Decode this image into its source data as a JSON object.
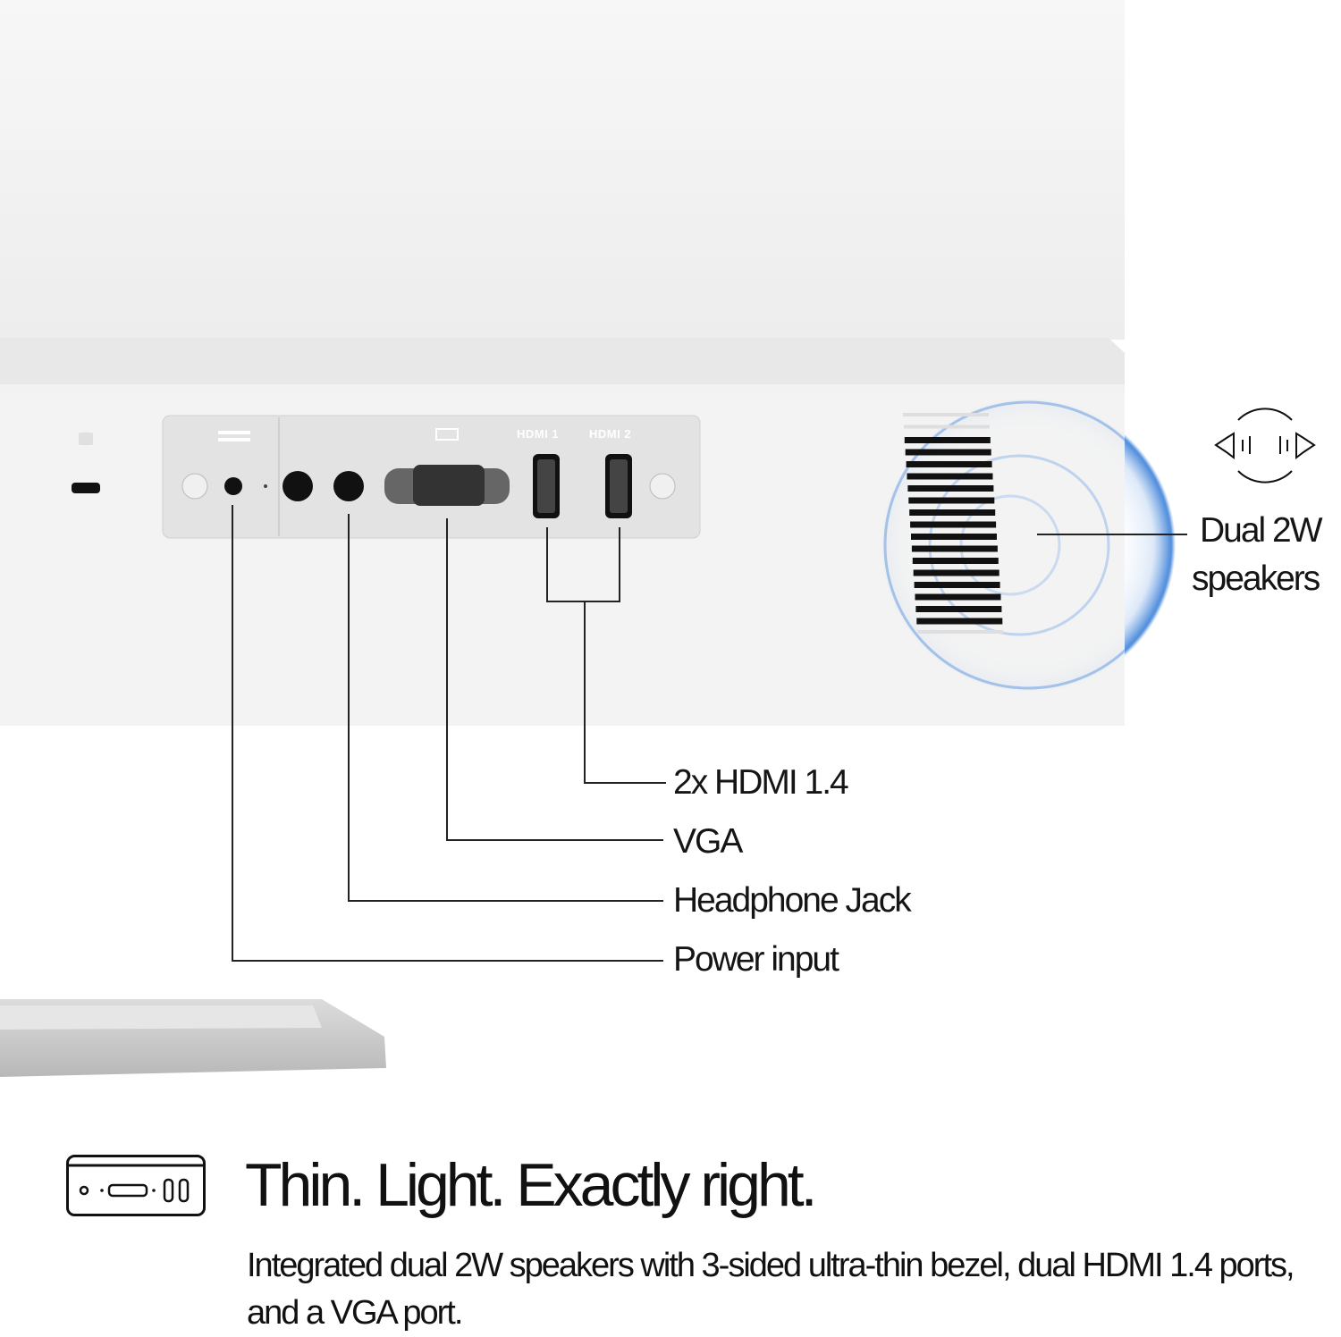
{
  "ports": {
    "hdmi1_label": "HDMI 1",
    "hdmi2_label": "HDMI 2"
  },
  "callouts": {
    "hdmi": "2x HDMI 1.4",
    "vga": "VGA",
    "headphone": "Headphone Jack",
    "power": "Power input",
    "speakers_line1": "Dual 2W",
    "speakers_line2": "speakers"
  },
  "feature": {
    "icon": "monitor-ports-icon",
    "headline": "Thin. Light. Exactly right.",
    "description": " Integrated dual 2W speakers with 3-sided ultra-thin bezel, dual HDMI 1.4 ports, and a VGA port."
  },
  "colors": {
    "glow": "#3a7fd8",
    "panel": "#e3e3e3"
  }
}
